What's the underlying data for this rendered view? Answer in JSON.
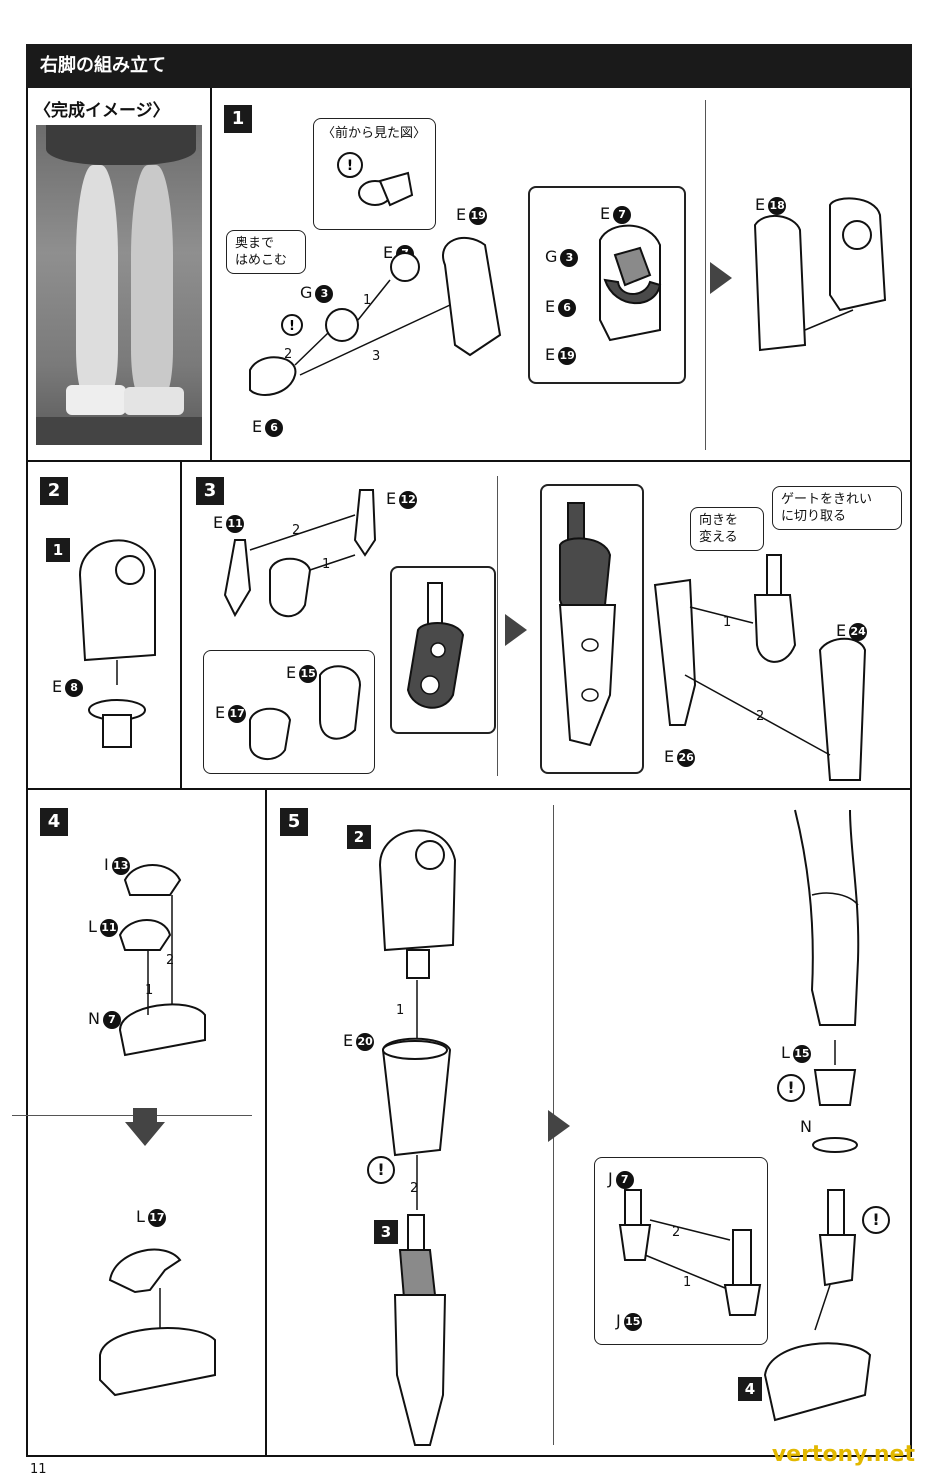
{
  "header": {
    "title": "右脚の組み立て"
  },
  "image_panel": {
    "title": "〈完成イメージ〉"
  },
  "steps": {
    "s1": "1",
    "s2": "2",
    "s3": "3",
    "s4": "4",
    "s5": "5",
    "ref2": "2",
    "ref3": "3",
    "ref4": "4",
    "ref1": "1"
  },
  "callouts": {
    "front_view": "〈前から見た図〉",
    "push_in": "奥まで\nはめこむ",
    "change_dir": "向きを\n変える",
    "cut_gate": "ゲートをきれい\nに切り取る"
  },
  "parts": {
    "E19a": {
      "letter": "E",
      "num": "19"
    },
    "E7a": {
      "letter": "E",
      "num": "7"
    },
    "G3a": {
      "letter": "G",
      "num": "3"
    },
    "E6a": {
      "letter": "E",
      "num": "6"
    },
    "E7b": {
      "letter": "E",
      "num": "7"
    },
    "G3b": {
      "letter": "G",
      "num": "3"
    },
    "E6b": {
      "letter": "E",
      "num": "6"
    },
    "E19b": {
      "letter": "E",
      "num": "19"
    },
    "E18": {
      "letter": "E",
      "num": "18"
    },
    "E8": {
      "letter": "E",
      "num": "8"
    },
    "E11": {
      "letter": "E",
      "num": "11"
    },
    "E12": {
      "letter": "E",
      "num": "12"
    },
    "E15": {
      "letter": "E",
      "num": "15"
    },
    "E17": {
      "letter": "E",
      "num": "17"
    },
    "E24": {
      "letter": "E",
      "num": "24"
    },
    "E26": {
      "letter": "E",
      "num": "26"
    },
    "I13": {
      "letter": "I",
      "num": "13"
    },
    "L11": {
      "letter": "L",
      "num": "11"
    },
    "N7": {
      "letter": "N",
      "num": "7"
    },
    "L17": {
      "letter": "L",
      "num": "17"
    },
    "E20": {
      "letter": "E",
      "num": "20"
    },
    "L15": {
      "letter": "L",
      "num": "15"
    },
    "N": {
      "letter": "N",
      "num": ""
    },
    "J7": {
      "letter": "J",
      "num": "7"
    },
    "J15": {
      "letter": "J",
      "num": "15"
    }
  },
  "order_marks": [
    "1",
    "2",
    "3"
  ],
  "caution": "!",
  "footer": {
    "page": "11",
    "watermark": "vertony.net"
  }
}
